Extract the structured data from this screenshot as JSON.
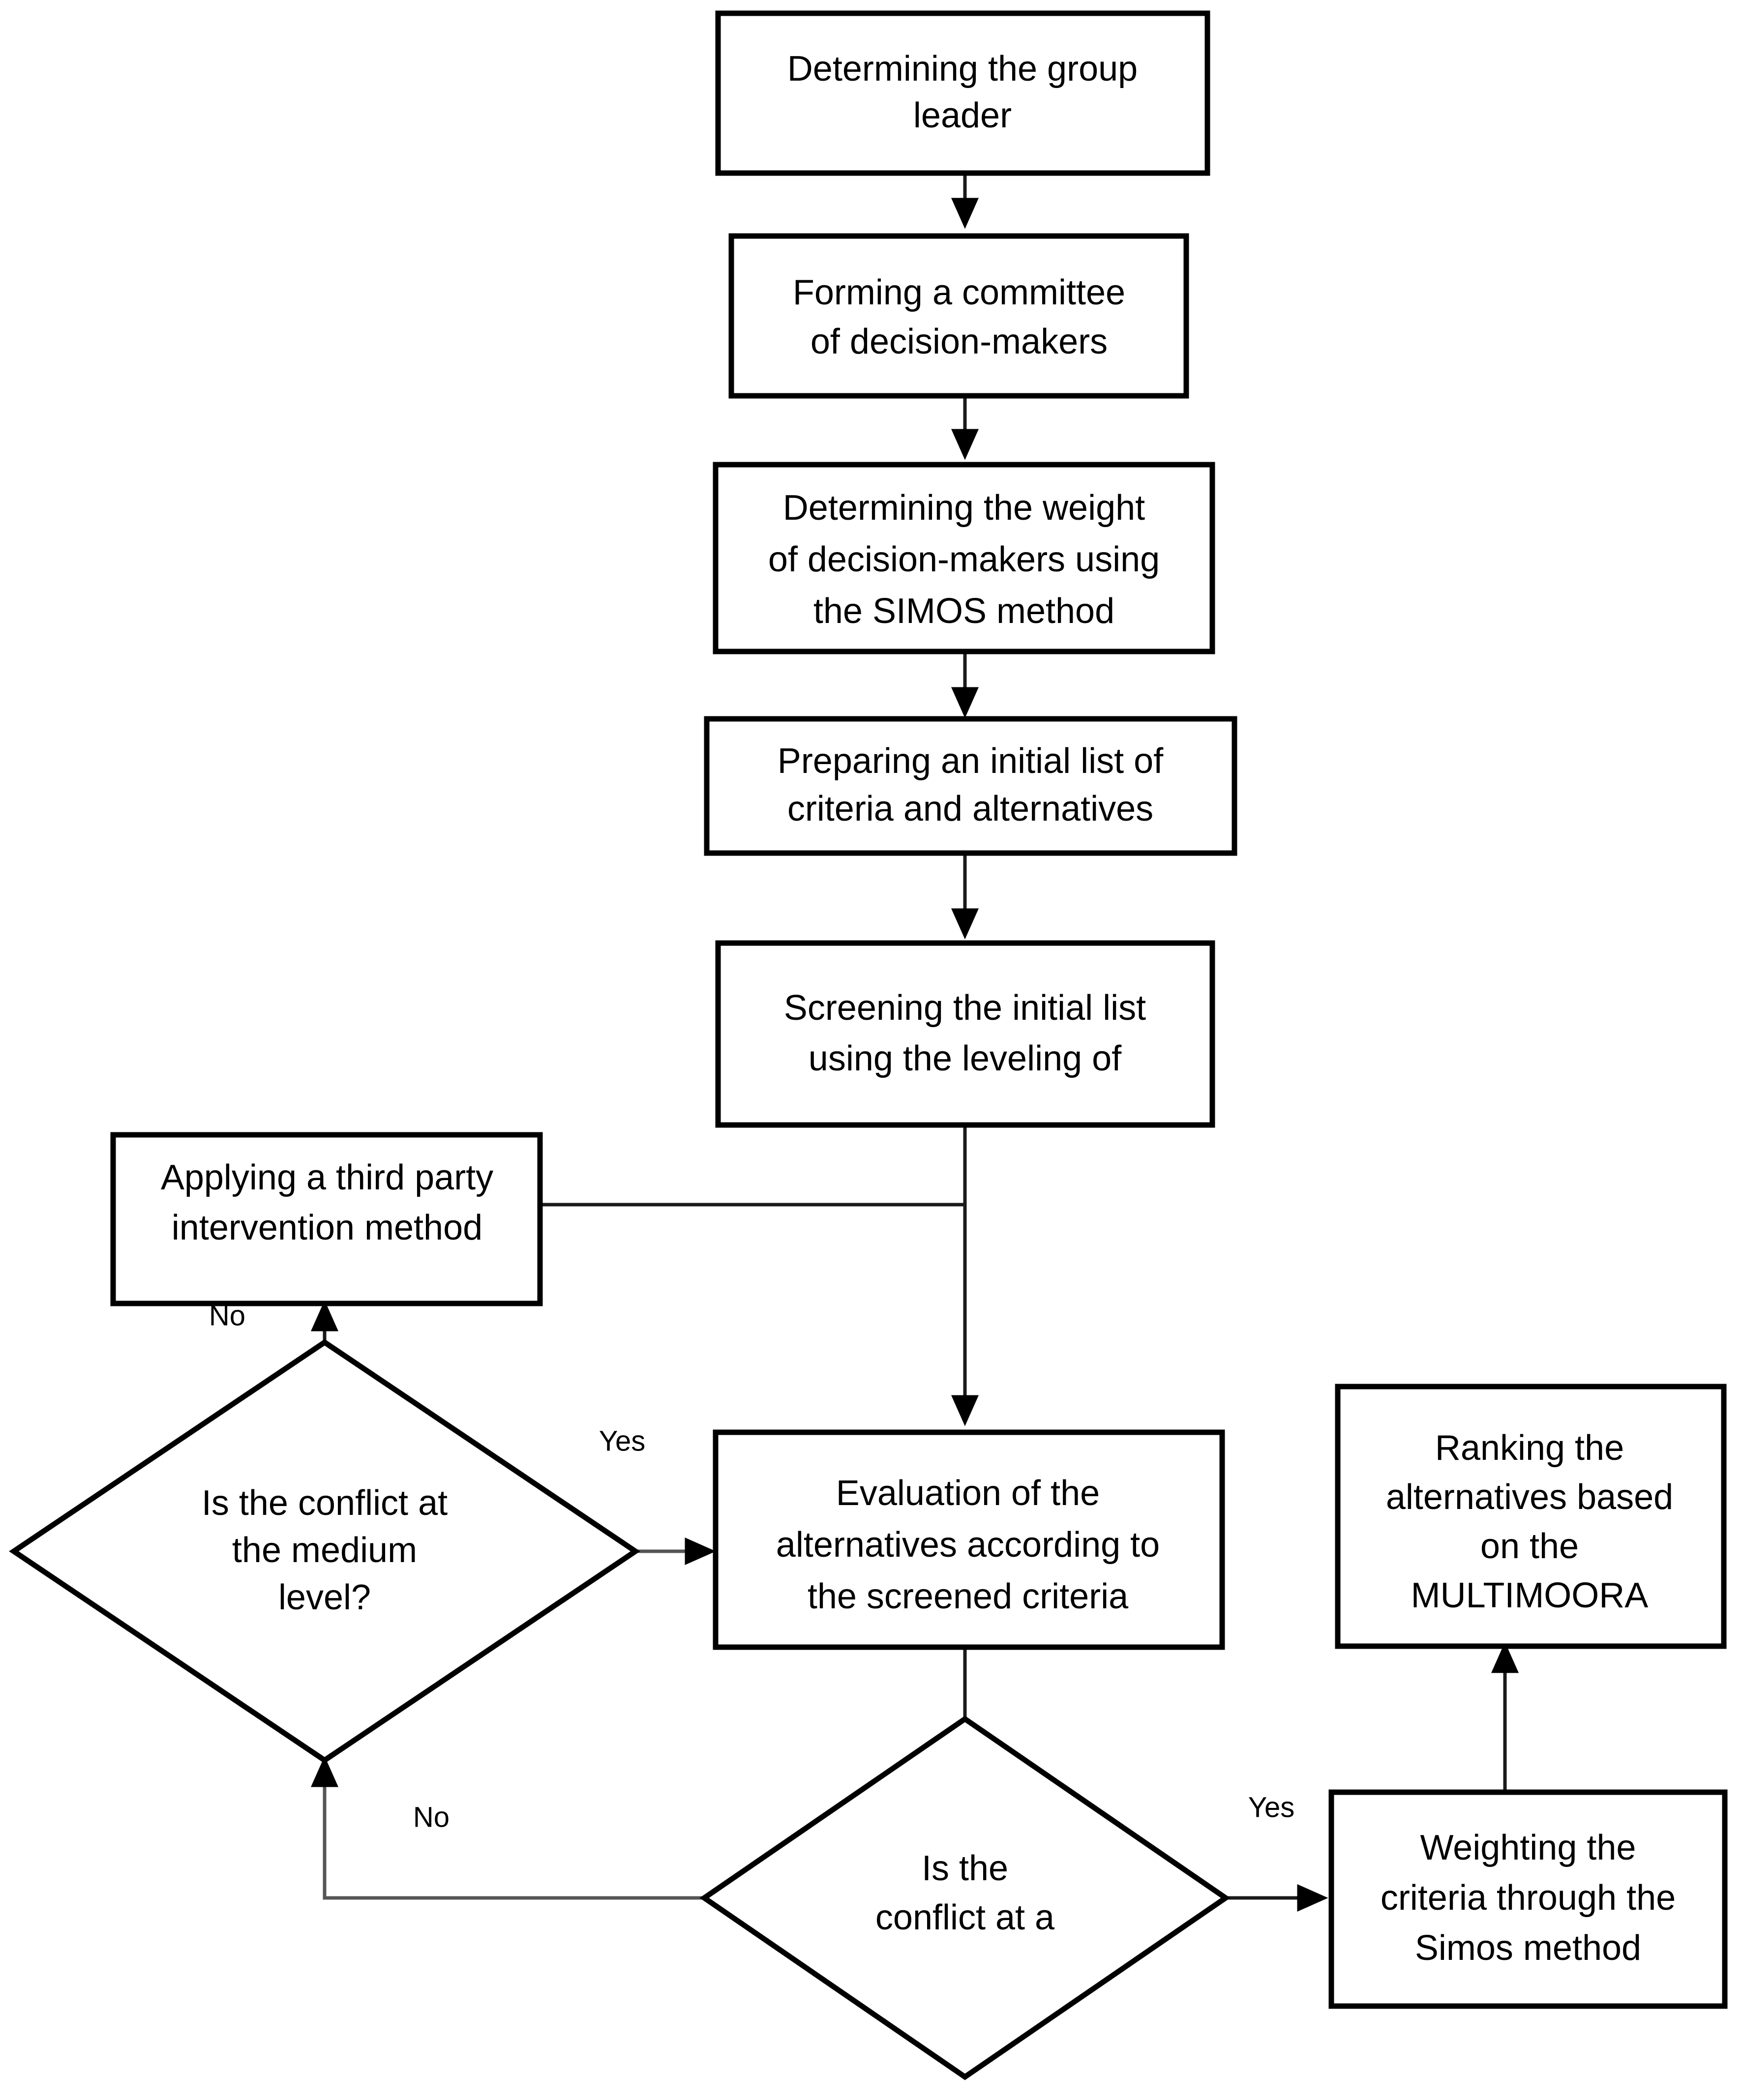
{
  "diagram": {
    "title": "Group decision-making methodology flowchart",
    "colors": {
      "background": "#ffffff",
      "stroke": "#000000",
      "connector": "#1a1a1a",
      "text": "#000000"
    },
    "nodes": [
      {
        "id": "determining-group-leader",
        "shape": "rectangle",
        "lines": [
          "Determining the group",
          "leader"
        ]
      },
      {
        "id": "forming-committee",
        "shape": "rectangle",
        "lines": [
          "Forming a committee",
          "of decision-makers"
        ]
      },
      {
        "id": "determining-weight-dm",
        "shape": "rectangle",
        "lines": [
          "Determining the weight",
          "of decision-makers using",
          "the SIMOS method"
        ]
      },
      {
        "id": "preparing-initial-list",
        "shape": "rectangle",
        "lines": [
          "Preparing an initial list of",
          "criteria and alternatives"
        ]
      },
      {
        "id": "screening-initial-list",
        "shape": "rectangle",
        "lines": [
          "Screening the initial list",
          "using the leveling of"
        ]
      },
      {
        "id": "third-party-intervention",
        "shape": "rectangle",
        "lines": [
          "Applying a third party",
          "intervention method"
        ]
      },
      {
        "id": "conflict-medium-level",
        "shape": "diamond",
        "lines": [
          "Is the conflict at",
          "the medium",
          "level?"
        ]
      },
      {
        "id": "evaluation-alternatives",
        "shape": "rectangle",
        "lines": [
          "Evaluation of the",
          "alternatives according to",
          "the screened criteria"
        ]
      },
      {
        "id": "ranking-multimoora",
        "shape": "rectangle",
        "lines": [
          "Ranking the",
          "alternatives based",
          "on the",
          "MULTIMOORA"
        ]
      },
      {
        "id": "conflict-at-a",
        "shape": "diamond",
        "lines": [
          "Is the",
          "conflict at a"
        ]
      },
      {
        "id": "weighting-simos",
        "shape": "rectangle",
        "lines": [
          "Weighting the",
          "criteria through the",
          "Simos method"
        ]
      }
    ],
    "edge_labels": [
      {
        "id": "label-no-upper",
        "text": "No"
      },
      {
        "id": "label-yes-upper",
        "text": "Yes"
      },
      {
        "id": "label-no-lower",
        "text": "No"
      },
      {
        "id": "label-yes-lower",
        "text": "Yes"
      }
    ]
  }
}
